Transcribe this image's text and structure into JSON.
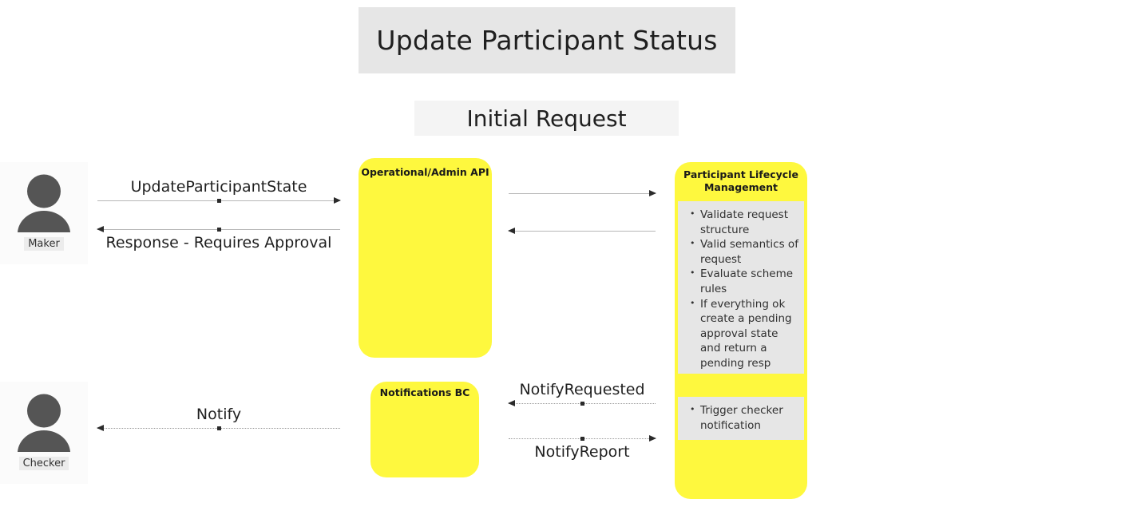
{
  "diagram": {
    "title": "Update Participant Status",
    "phase": "Initial Request"
  },
  "actors": [
    {
      "id": "maker",
      "label": "Maker",
      "icon": "person-icon"
    },
    {
      "id": "checker",
      "label": "Checker",
      "icon": "person-icon"
    }
  ],
  "components": [
    {
      "id": "operational-admin-api",
      "title": "Operational/Admin API",
      "color": "#fef83e"
    },
    {
      "id": "notifications-bc",
      "title": "Notifications BC",
      "color": "#fef83e"
    },
    {
      "id": "participant-lifecycle-management",
      "title": "Participant Lifecycle Management",
      "color": "#fef83e",
      "notes": [
        {
          "id": "validate-note",
          "items": [
            "Validate request structure",
            "Valid semantics of request",
            "Evaluate scheme rules",
            "If everything ok create a pending approval state and return a pending resp"
          ]
        },
        {
          "id": "trigger-note",
          "items": [
            "Trigger checker notification"
          ]
        }
      ]
    }
  ],
  "connectors": [
    {
      "id": "update-participant-state",
      "label": "UpdateParticipantState",
      "from": "maker",
      "to": "operational-admin-api",
      "direction": "right",
      "style": "solid"
    },
    {
      "id": "response-requires-approval",
      "label": "Response - Requires Approval",
      "from": "operational-admin-api",
      "to": "maker",
      "direction": "left",
      "style": "solid"
    },
    {
      "id": "api-to-plm-request",
      "label": "",
      "from": "operational-admin-api",
      "to": "participant-lifecycle-management",
      "direction": "right",
      "style": "solid"
    },
    {
      "id": "plm-to-api-response",
      "label": "",
      "from": "participant-lifecycle-management",
      "to": "operational-admin-api",
      "direction": "left",
      "style": "solid"
    },
    {
      "id": "notify-requested",
      "label": "NotifyRequested",
      "from": "participant-lifecycle-management",
      "to": "notifications-bc",
      "direction": "left",
      "style": "dotted"
    },
    {
      "id": "notify-report",
      "label": "NotifyReport",
      "from": "notifications-bc",
      "to": "participant-lifecycle-management",
      "direction": "right",
      "style": "dotted"
    },
    {
      "id": "notify",
      "label": "Notify",
      "from": "notifications-bc",
      "to": "checker",
      "direction": "left",
      "style": "dotted"
    }
  ],
  "colors": {
    "process_yellow": "#fef83e",
    "note_gray": "#e6e6e6",
    "title_banner_gray": "#e6e6e6",
    "phase_banner_gray": "#f4f4f4",
    "actor_fill": "#555555",
    "connector_line": "#b7b7b7",
    "arrowhead": "#2b2b2b"
  }
}
